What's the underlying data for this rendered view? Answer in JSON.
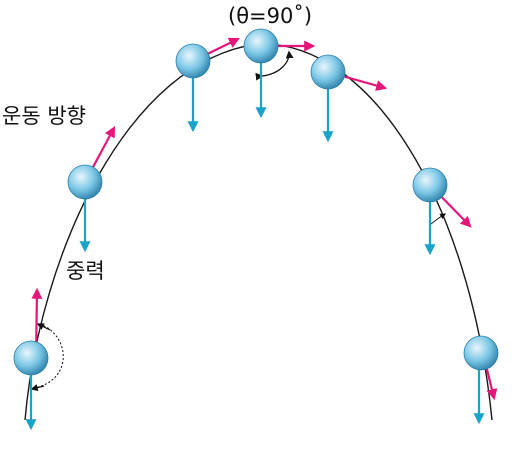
{
  "labels": {
    "angle": "(θ=90˚)",
    "motion_direction": "운동 방향",
    "gravity": "중력"
  },
  "colors": {
    "trajectory": "#1a1a1a",
    "velocity_arrow": "#e6157a",
    "gravity_arrow": "#1aa3c8",
    "ball_light": "#e8f6fc",
    "ball_mid": "#7cc7e6",
    "ball_dark": "#2b7fa8",
    "angle_arc": "#111111"
  },
  "icons": {
    "ball": "ball-icon",
    "velocity": "velocity-arrow-icon",
    "gravity": "gravity-arrow-icon",
    "angle": "angle-arc-icon"
  }
}
